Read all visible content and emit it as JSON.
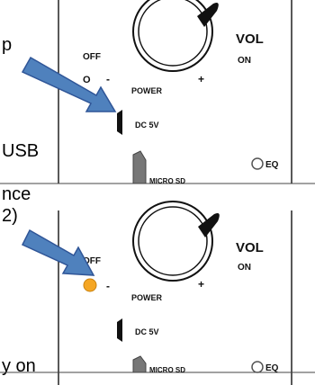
{
  "side_text": {
    "p1_fragment": "p",
    "usb": "USB",
    "nce": "nce",
    "two_paren": "2)",
    "y_on": "y on"
  },
  "panel_top": {
    "off": "OFF",
    "o_mark": "O",
    "minus": "-",
    "plus": "+",
    "power": "POWER",
    "vol": "VOL",
    "on": "ON",
    "dc": "DC 5V",
    "eq": "EQ",
    "micro_sd": "MICRO SD"
  },
  "panel_bottom": {
    "off": "OFF",
    "minus": "-",
    "plus": "+",
    "power": "POWER",
    "vol": "VOL",
    "on": "ON",
    "dc": "DC 5V",
    "eq": "EQ",
    "micro_sd": "MICRO SD"
  },
  "colors": {
    "arrow_fill": "#4f81bd",
    "arrow_stroke": "#2f5597",
    "led": "#f5a623",
    "ink": "#111111",
    "line": "#222222"
  }
}
